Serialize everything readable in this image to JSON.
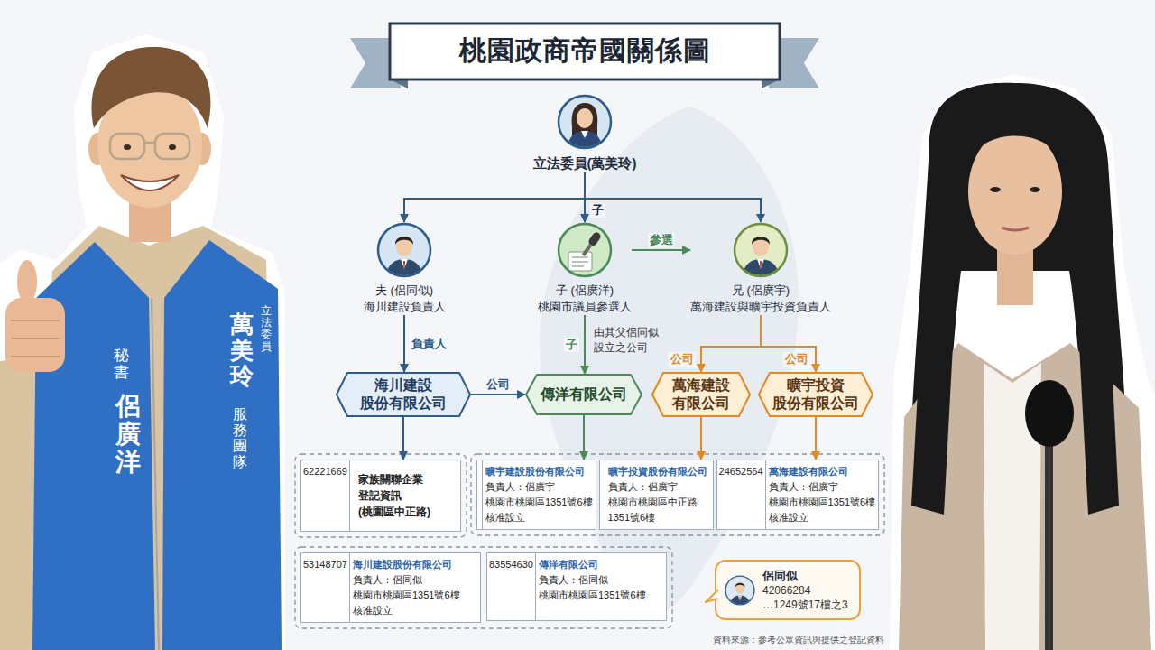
{
  "diagram": {
    "title": "桃園政商帝國關係圖",
    "nodes": [
      {
        "text": [
          "立法委員(萬美玲)"
        ]
      },
      {
        "text": [
          "夫 (侶同似)",
          "海川建設負責人"
        ]
      },
      {
        "text": [
          "子 (侶廣洋)",
          "桃園市議員參選人"
        ]
      },
      {
        "text": [
          "兄 (侶廣宇)",
          "萬海建設與曠宇投資負責人"
        ]
      },
      {
        "text": [
          "海川建設 股份有限公司"
        ]
      },
      {
        "text": [
          "傳洋有限公司"
        ]
      },
      {
        "text": [
          "萬海建設 有限公司"
        ]
      },
      {
        "text": [
          "曠宇投資 股份有限公司"
        ]
      },
      {
        "text": [
          "62221669",
          "家族關聯企業 登記資訊 (桃園區中正路)"
        ]
      },
      {
        "text": [
          "曠宇建設股份有限公司",
          "負責人：侶廣宇",
          "桃園市桃園區1351號6樓",
          "核准設立"
        ]
      },
      {
        "text": [
          "曠宇投資股份有限公司",
          "負責人：侶廣宇",
          "桃園市桃園區中正路 1351號6樓"
        ]
      },
      {
        "text": [
          "24652564",
          "萬海建設有限公司",
          "負責人：侶廣宇",
          "桃園市桃園區1351號6樓",
          "核准設立"
        ]
      },
      {
        "text": [
          "53148707",
          "海川建設股份有限公司",
          "負責人：侶同似",
          "桃園市桃園區1351號6樓",
          "核准設立"
        ]
      },
      {
        "text": [
          "83554630",
          "傳洋有限公司",
          "負責人：侶同似",
          "桃園市桃園區1351號6樓"
        ]
      },
      {
        "text": [
          "侶同似",
          "42066284",
          "…1249號17樓之3"
        ]
      }
    ],
    "edges": [
      {
        "from": 0,
        "to": 1,
        "arrow": "to"
      },
      {
        "from": 0,
        "to": 2,
        "label": "子",
        "arrow": "to"
      },
      {
        "from": 0,
        "to": 3,
        "arrow": "to"
      },
      {
        "from": 2,
        "to": 3,
        "label": "參選",
        "arrow": "to"
      },
      {
        "from": 1,
        "to": 4,
        "label": "負責人",
        "arrow": "to"
      },
      {
        "from": 2,
        "to": 5,
        "label": "子",
        "arrow": "to"
      },
      {
        "from": 4,
        "to": 5,
        "label": "公司",
        "arrow": "to"
      },
      {
        "from": 3,
        "to": 6,
        "label": "公司",
        "arrow": "to"
      },
      {
        "from": 3,
        "to": 7,
        "label": "公司",
        "arrow": "to"
      },
      {
        "from": 4,
        "to": 8,
        "arrow": "to"
      },
      {
        "from": 5,
        "to": 9,
        "arrow": "to"
      },
      {
        "from": 6,
        "to": 10,
        "arrow": "to"
      },
      {
        "from": 7,
        "to": 11,
        "arrow": "to"
      }
    ],
    "labels": [
      "由其父侶同似 設立之公司",
      "資料來源：參考公眾資訊與提供之登記資料",
      "秘書",
      "侶廣洋",
      "立法委員",
      "萬美玲",
      "服務團隊"
    ]
  }
}
